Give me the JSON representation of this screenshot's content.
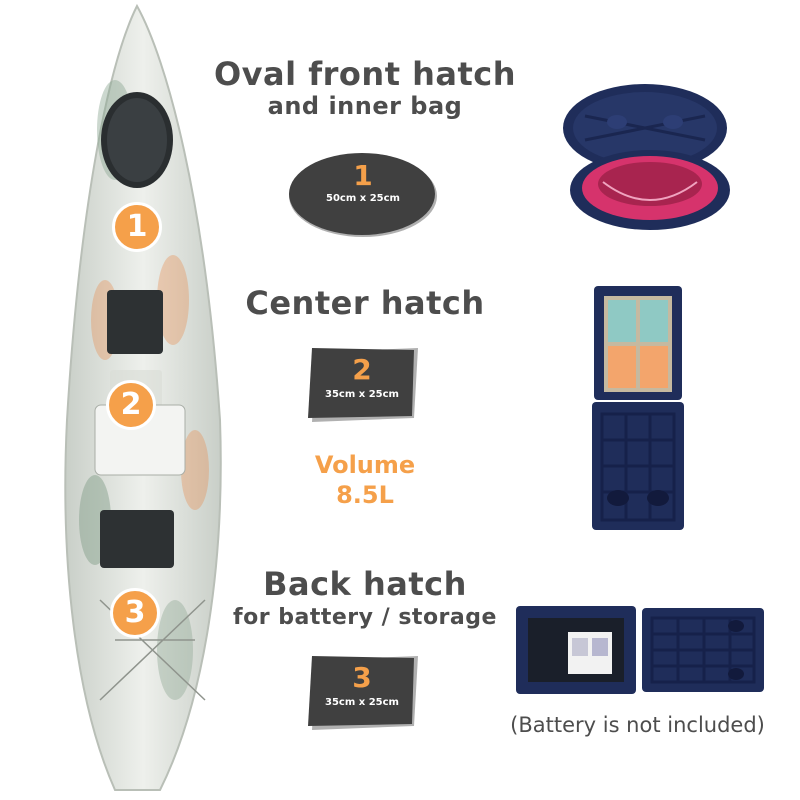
{
  "hatches": [
    {
      "title_line1": "Oval front hatch",
      "title_line2": "and inner bag",
      "number": "1",
      "size": "50cm x 25cm"
    },
    {
      "title_line1": "Center hatch",
      "number": "2",
      "size": "35cm x 25cm"
    },
    {
      "title_line1": "Back hatch",
      "title_line2": "for battery / storage",
      "number": "3",
      "size": "35cm x 25cm"
    }
  ],
  "volume": {
    "label": "Volume",
    "value": "8.5L"
  },
  "note": "(Battery is not included)",
  "kayak_markers": [
    "1",
    "2",
    "3"
  ],
  "colors": {
    "accent": "#f5a04a",
    "text": "#4d4d4d",
    "badge": "#3d3d3d",
    "hatch_blue": "#1f2d5a",
    "bag_pink": "#d6336c"
  }
}
